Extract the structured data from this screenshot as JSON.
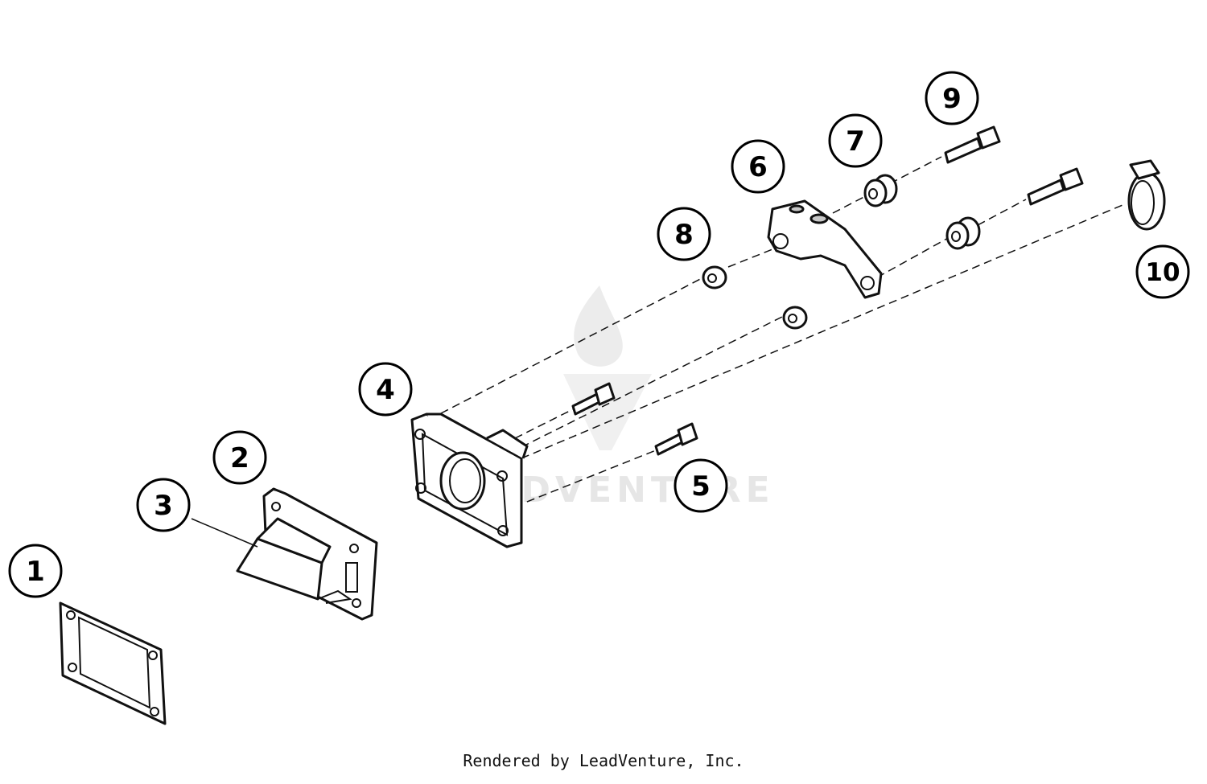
{
  "callouts": [
    {
      "number": "1"
    },
    {
      "number": "2"
    },
    {
      "number": "3"
    },
    {
      "number": "4"
    },
    {
      "number": "5"
    },
    {
      "number": "6"
    },
    {
      "number": "7"
    },
    {
      "number": "8"
    },
    {
      "number": "9"
    },
    {
      "number": "10"
    }
  ],
  "watermark": {
    "text": "LEADVENTURE"
  },
  "footer": {
    "text": "Rendered by LeadVenture, Inc."
  }
}
